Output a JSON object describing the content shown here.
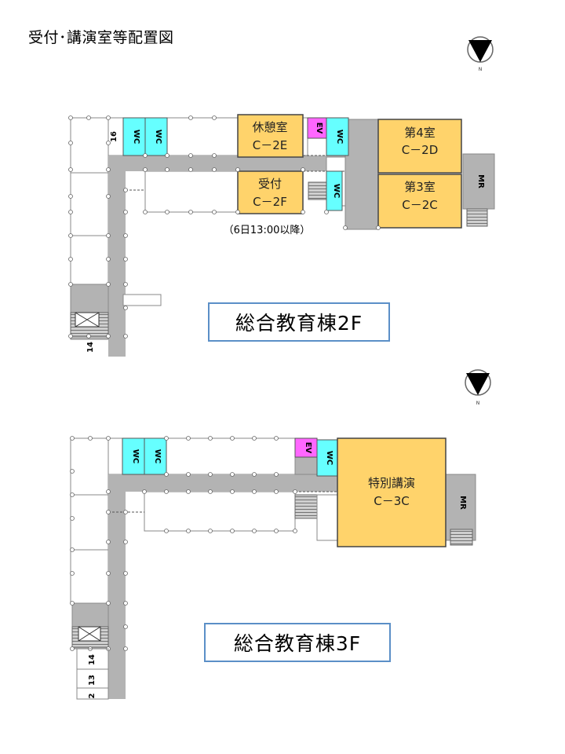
{
  "page_title": "受付･講演室等配置図",
  "north_label": "N",
  "floor2": {
    "building_label": "総合教育棟2F",
    "rooms": {
      "kyukei": {
        "line1": "休憩室",
        "line2": "C－2E"
      },
      "uketsuke": {
        "line1": "受付",
        "line2": "C－2F"
      },
      "dai4": {
        "line1": "第4室",
        "line2": "C－2D"
      },
      "dai3": {
        "line1": "第3室",
        "line2": "C－2C"
      }
    },
    "note": "（6日13:00以降）",
    "wc_label": "WC",
    "ev_label": "EV",
    "mr_label": "MR",
    "room_numbers": [
      "16",
      "14"
    ]
  },
  "floor3": {
    "building_label": "総合教育棟3F",
    "rooms": {
      "tokubetsu": {
        "line1": "特別講演",
        "line2": "C－3C"
      }
    },
    "wc_label": "WC",
    "ev_label": "EV",
    "mr_label": "MR",
    "room_numbers": [
      "14",
      "13",
      "2"
    ]
  },
  "colors": {
    "room_fill": "#ffd36b",
    "wc_fill": "#66ffff",
    "ev_fill": "#ff66ff",
    "corridor_fill": "#b3b3b3",
    "building_border": "#5b8fc7"
  }
}
